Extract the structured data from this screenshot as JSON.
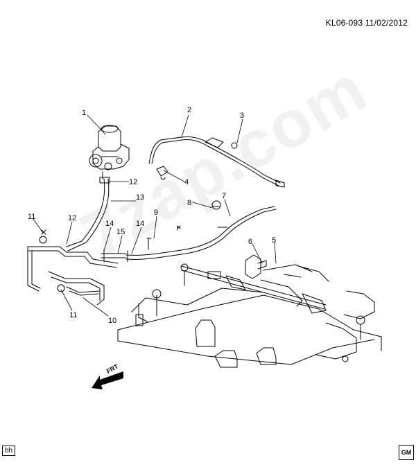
{
  "header": {
    "ref_code": "KL06-093",
    "date": "11/02/2012"
  },
  "callouts": [
    "1",
    "2",
    "3",
    "4",
    "5",
    "6",
    "7",
    "8",
    "9",
    "10",
    "11",
    "11",
    "12",
    "12",
    "13",
    "14",
    "14",
    "15"
  ],
  "footer": {
    "left_tag": "bh",
    "logo": "GM"
  },
  "forward_label": "FRT",
  "watermark": "7zap.com"
}
